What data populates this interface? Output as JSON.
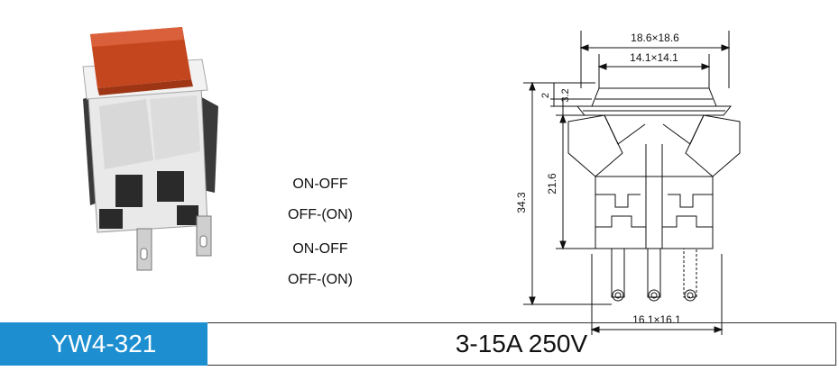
{
  "modes": [
    "ON-OFF",
    "OFF-(ON)",
    "ON-OFF",
    "OFF-(ON)"
  ],
  "dimensions": {
    "outer_width": "18.6×18.6",
    "inner_width": "14.1×14.1",
    "cap_height_a": "2",
    "cap_height_b": "3.2",
    "total_height": "34.3",
    "body_height": "21.6",
    "base_width": "16.1×16.1"
  },
  "spec": {
    "model": "YW4-321",
    "rating": "3-15A 250V"
  },
  "colors": {
    "accent": "#1d8fd1",
    "button_cap": "#c4461e",
    "housing": "#e9e9e9"
  },
  "icons": {
    "photo": "push-button-switch-photo",
    "drawing": "dimension-drawing"
  }
}
